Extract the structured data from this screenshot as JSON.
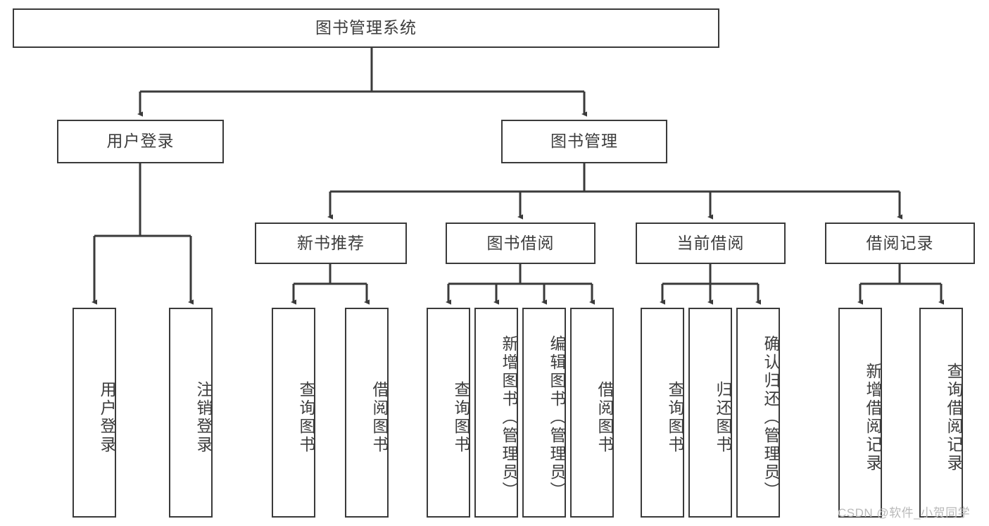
{
  "diagram": {
    "title": "图书管理系统",
    "type": "hierarchy-tree",
    "watermark": "CSDN @软件_小贺同学",
    "colors": {
      "stroke": "#3a3a3a",
      "text": "#3d3d3d",
      "background": "#ffffff",
      "watermark": "#b9b9b9"
    },
    "nodes": {
      "root": {
        "label": "图书管理系统"
      },
      "level2": [
        {
          "id": "user-login",
          "label": "用户登录"
        },
        {
          "id": "book-manage",
          "label": "图书管理"
        }
      ],
      "level3": [
        {
          "id": "new-book-recommend",
          "label": "新书推荐"
        },
        {
          "id": "book-borrow",
          "label": "图书借阅"
        },
        {
          "id": "current-borrow",
          "label": "当前借阅"
        },
        {
          "id": "borrow-record",
          "label": "借阅记录"
        }
      ],
      "leaves": {
        "user-login": [
          {
            "id": "leaf-user-login",
            "label": "用户登录"
          },
          {
            "id": "leaf-user-logout",
            "label": "注销登录"
          }
        ],
        "new-book-recommend": [
          {
            "id": "leaf-query-book-1",
            "label": "查询图书"
          },
          {
            "id": "leaf-borrow-book-1",
            "label": "借阅图书"
          }
        ],
        "book-borrow": [
          {
            "id": "leaf-query-book-2",
            "label": "查询图书"
          },
          {
            "id": "leaf-add-book",
            "label": "新增图书（管理员）"
          },
          {
            "id": "leaf-edit-book",
            "label": "编辑图书（管理员）"
          },
          {
            "id": "leaf-borrow-book-2",
            "label": "借阅图书"
          }
        ],
        "current-borrow": [
          {
            "id": "leaf-query-book-3",
            "label": "查询图书"
          },
          {
            "id": "leaf-return-book",
            "label": "归还图书"
          },
          {
            "id": "leaf-confirm-return",
            "label": "确认归还（管理员）"
          }
        ],
        "borrow-record": [
          {
            "id": "leaf-add-record",
            "label": "新增借阅记录"
          },
          {
            "id": "leaf-query-record",
            "label": "查询借阅记录"
          }
        ]
      }
    }
  }
}
